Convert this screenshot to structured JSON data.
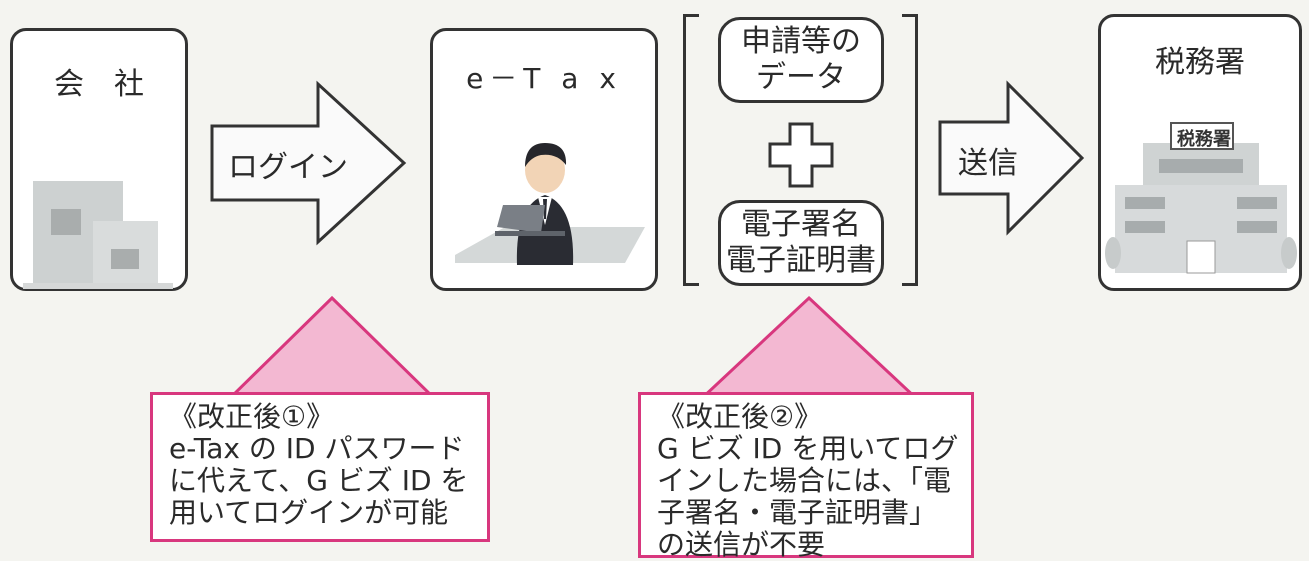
{
  "company": {
    "label": "会　社"
  },
  "login_arrow": {
    "label": "ログイン"
  },
  "etax": {
    "label": "e－T a x"
  },
  "submission": {
    "application_data": [
      "申請等の",
      "データ"
    ],
    "plus_symbol": "✚",
    "signature": [
      "電子署名",
      "電子証明書"
    ]
  },
  "send_arrow": {
    "label": "送信"
  },
  "tax_office": {
    "label": "税務署",
    "sign": "税務署"
  },
  "notes": {
    "note1": {
      "title": "《改正後①》",
      "lines": [
        "e-Tax の ID パスワード",
        "に代えて、G ビズ ID を",
        "用いてログインが可能"
      ]
    },
    "note2": {
      "title": "《改正後②》",
      "lines": [
        "G ビズ ID を用いてログ",
        "インした場合には、「電",
        "子署名・電子証明書」",
        "の送信が不要"
      ]
    }
  },
  "colors": {
    "accent": "#d8377e",
    "accent_fill": "#f3b8d2",
    "building": "#cfd3d3"
  }
}
